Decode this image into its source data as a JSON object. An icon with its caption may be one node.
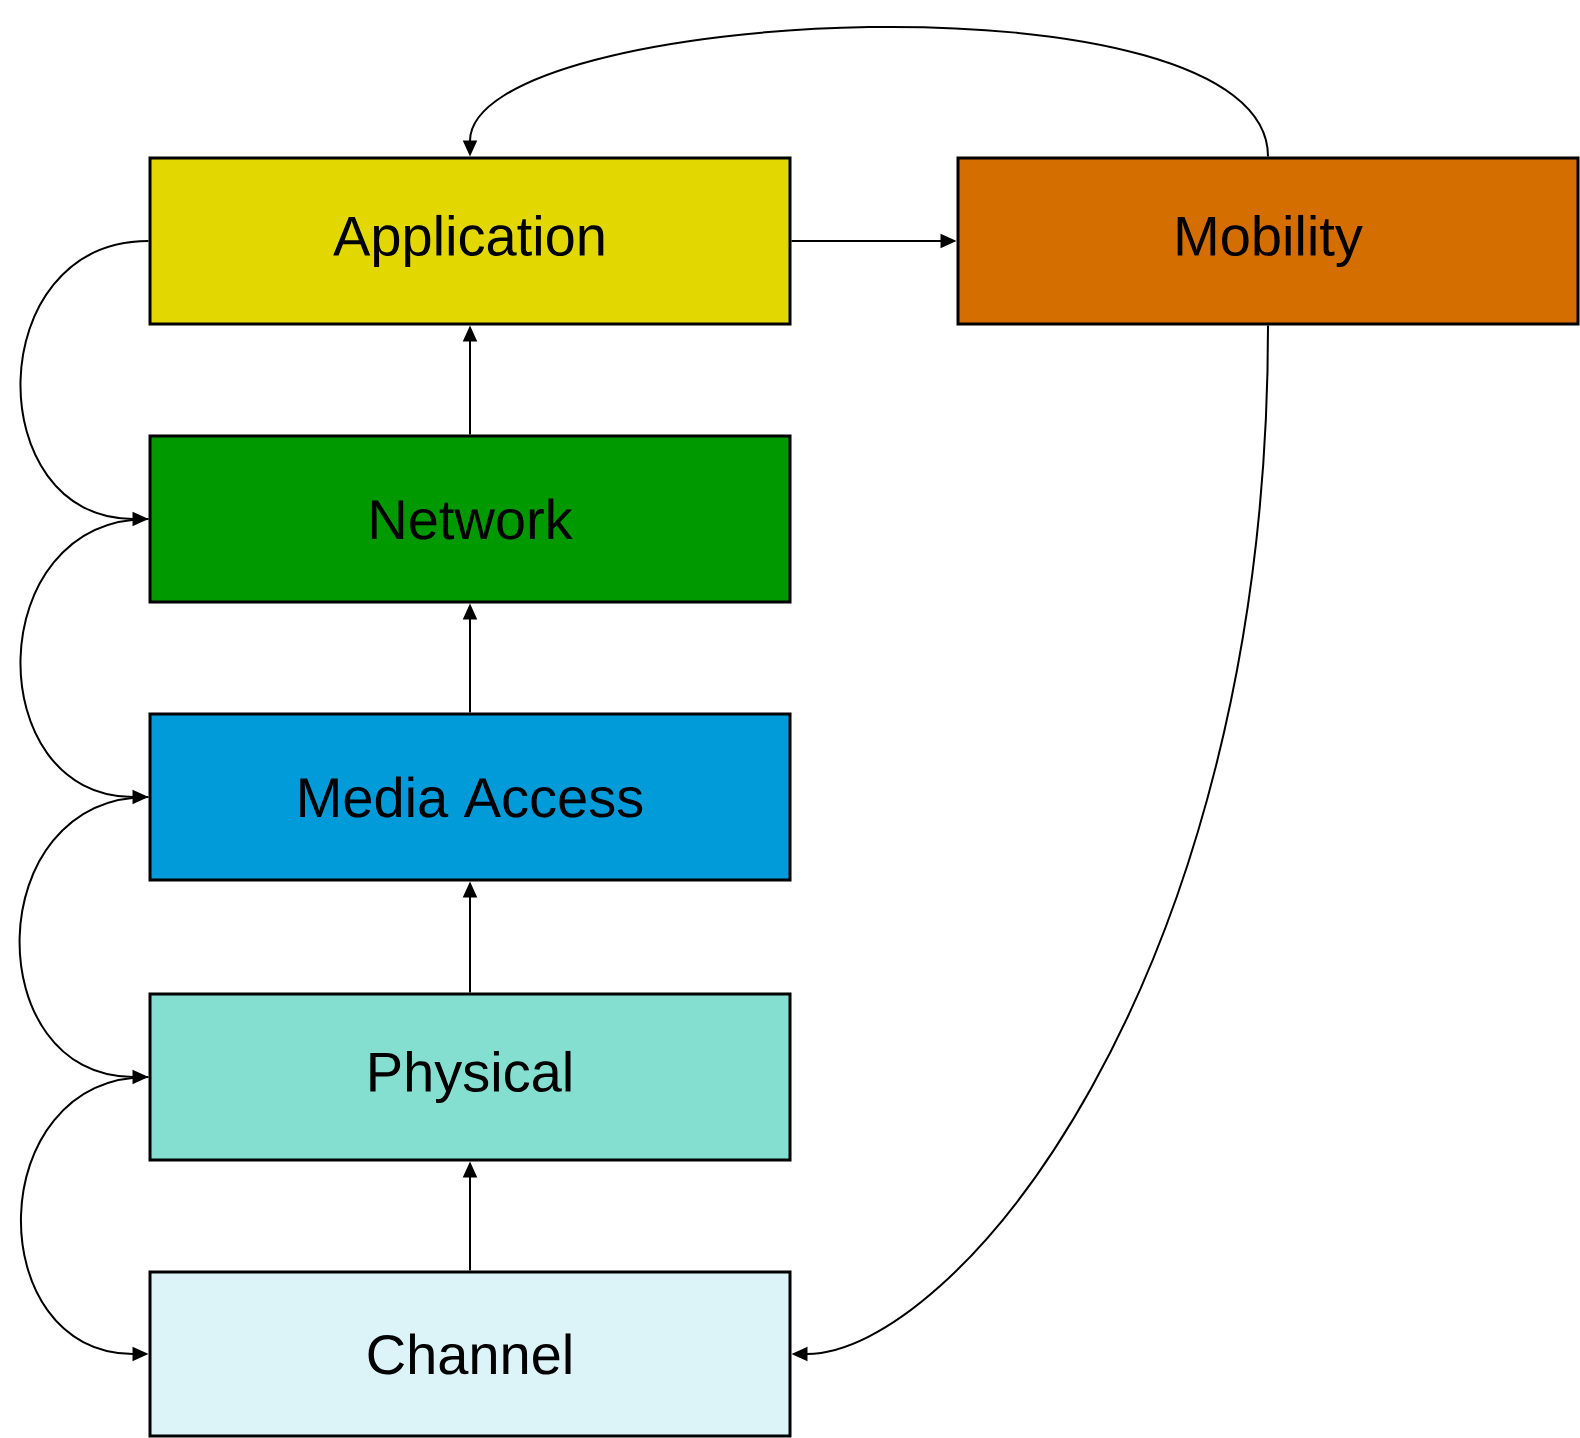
{
  "diagram": {
    "nodes": [
      {
        "text": [
          "Application"
        ]
      },
      {
        "text": [
          "Network"
        ]
      },
      {
        "text": [
          "Media Access"
        ]
      },
      {
        "text": [
          "Physical"
        ]
      },
      {
        "text": [
          "Channel"
        ]
      },
      {
        "text": [
          "Mobility"
        ]
      }
    ],
    "edges": [
      {
        "from": 0,
        "to": 5,
        "arrow": "to"
      },
      {
        "from": 1,
        "to": 0,
        "arrow": "to"
      },
      {
        "from": 2,
        "to": 1,
        "arrow": "to"
      },
      {
        "from": 3,
        "to": 2,
        "arrow": "to"
      },
      {
        "from": 4,
        "to": 3,
        "arrow": "to"
      },
      {
        "from": 0,
        "to": 1,
        "arrow": "to"
      },
      {
        "from": 1,
        "to": 2,
        "arrow": "to"
      },
      {
        "from": 2,
        "to": 3,
        "arrow": "to"
      },
      {
        "from": 3,
        "to": 4,
        "arrow": "to"
      },
      {
        "from": 5,
        "to": 0,
        "arrow": "to"
      },
      {
        "from": 5,
        "to": 4,
        "arrow": "to"
      }
    ]
  }
}
